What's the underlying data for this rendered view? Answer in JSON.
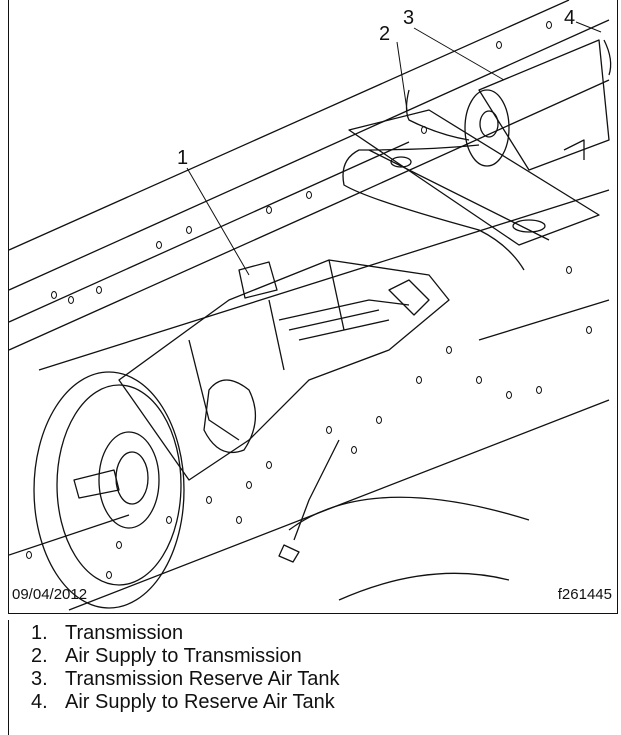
{
  "figure": {
    "date": "09/04/2012",
    "figure_id": "f261445",
    "callouts": [
      "1",
      "2",
      "3",
      "4"
    ]
  },
  "legend": [
    {
      "num": "1.",
      "label": "Transmission"
    },
    {
      "num": "2.",
      "label": "Air Supply to Transmission"
    },
    {
      "num": "3.",
      "label": "Transmission Reserve Air Tank"
    },
    {
      "num": "4.",
      "label": "Air Supply to Reserve Air Tank"
    }
  ]
}
